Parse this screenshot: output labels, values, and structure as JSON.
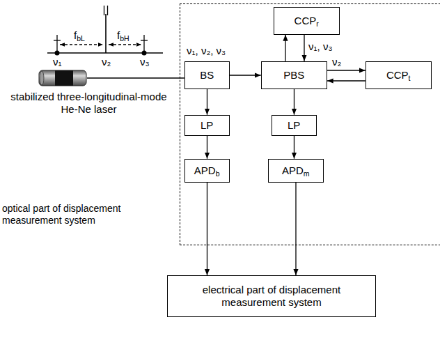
{
  "diagram": {
    "nodes": [
      {
        "text": [
          "optical part of displacement measurement system"
        ]
      },
      {
        "text": [
          "stabilized three-longitudinal-mode He-Ne laser"
        ]
      },
      {
        "text": [
          "CCPr"
        ],
        "in": 0
      },
      {
        "text": [
          "BS"
        ],
        "in": 0
      },
      {
        "text": [
          "PBS"
        ],
        "in": 0
      },
      {
        "text": [
          "CCPt"
        ],
        "in": 0
      },
      {
        "text": [
          "LP"
        ],
        "in": 0
      },
      {
        "text": [
          "LP"
        ],
        "in": 0
      },
      {
        "text": [
          "APDb"
        ],
        "in": 0
      },
      {
        "text": [
          "APDm"
        ],
        "in": 0
      },
      {
        "text": [
          "electrical part of displacement measurement system"
        ]
      }
    ],
    "edges": [
      {
        "from": 1,
        "to": 3,
        "arrow": "none"
      },
      {
        "from": 3,
        "to": 4,
        "arrow": "to"
      },
      {
        "from": 4,
        "to": 2,
        "arrow": "to"
      },
      {
        "from": 2,
        "to": 4,
        "label": "ν₁, ν₃",
        "arrow": "to"
      },
      {
        "from": 4,
        "to": 5,
        "label": "ν₂",
        "arrow": "to"
      },
      {
        "from": 5,
        "to": 4,
        "arrow": "to"
      },
      {
        "from": 3,
        "to": 6,
        "arrow": "to"
      },
      {
        "from": 6,
        "to": 8,
        "arrow": "to"
      },
      {
        "from": 4,
        "to": 7,
        "arrow": "to"
      },
      {
        "from": 7,
        "to": 9,
        "arrow": "to"
      },
      {
        "from": 8,
        "to": 10,
        "arrow": "to"
      },
      {
        "from": 9,
        "to": 10,
        "arrow": "to"
      }
    ],
    "labels": [
      "ν₁",
      "ν₂",
      "ν₃",
      "fbL",
      "fbH",
      "ν₁, ν₂, ν₃"
    ]
  }
}
